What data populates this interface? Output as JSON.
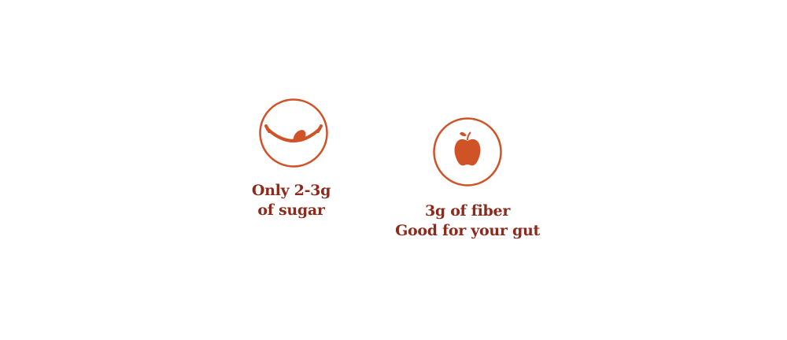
{
  "colors": {
    "icon": "#d05227",
    "text": "#8c2a1c"
  },
  "features": [
    {
      "icon": "smile-tongue-icon",
      "line1": "Only 2-3g",
      "line2": "of sugar"
    },
    {
      "icon": "apple-icon",
      "line1": "3g of fiber",
      "line2": "Good for your gut"
    }
  ]
}
